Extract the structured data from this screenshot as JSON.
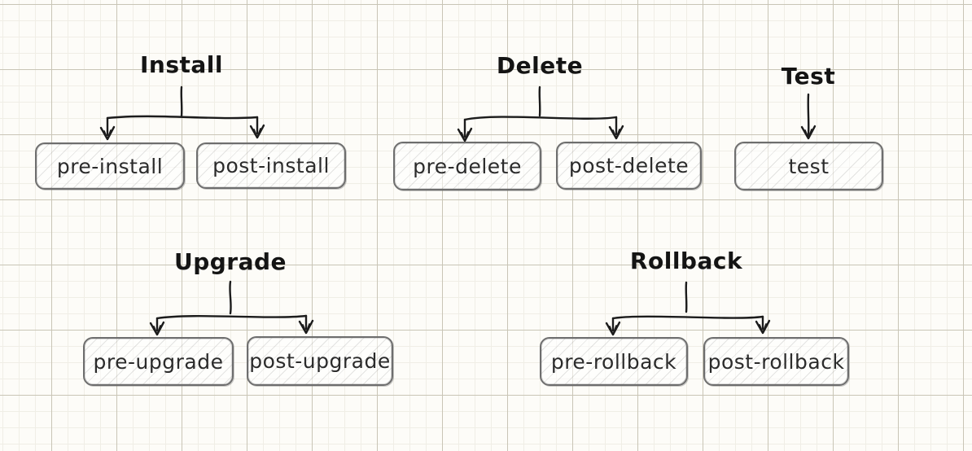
{
  "diagram": {
    "groups": [
      {
        "title": "Install",
        "children": [
          {
            "label": "pre-install"
          },
          {
            "label": "post-install"
          }
        ]
      },
      {
        "title": "Delete",
        "children": [
          {
            "label": "pre-delete"
          },
          {
            "label": "post-delete"
          }
        ]
      },
      {
        "title": "Test",
        "children": [
          {
            "label": "test"
          }
        ]
      },
      {
        "title": "Upgrade",
        "children": [
          {
            "label": "pre-upgrade"
          },
          {
            "label": "post-upgrade"
          }
        ]
      },
      {
        "title": "Rollback",
        "children": [
          {
            "label": "pre-rollback"
          },
          {
            "label": "post-rollback"
          }
        ]
      }
    ]
  },
  "colors": {
    "background": "#fdfcf8",
    "grid_minor": "#f0eee6",
    "grid_major": "#c9c5b6",
    "stroke": "#1c1c1c",
    "node_border": "#6e6e6e",
    "node_text": "#2b2b2b",
    "title_text": "#141414"
  }
}
